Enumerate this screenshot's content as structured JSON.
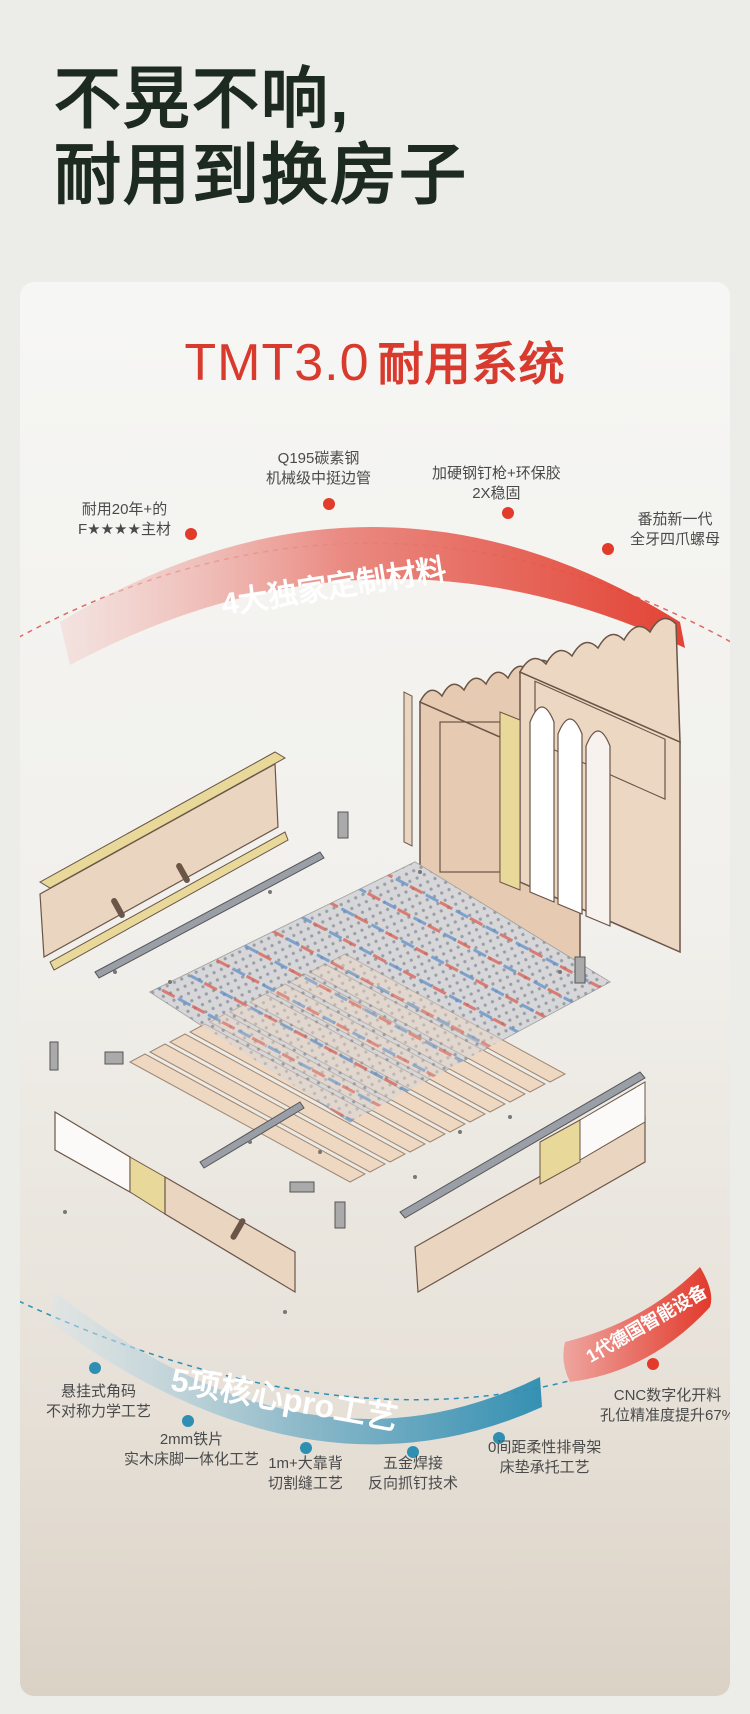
{
  "headline": {
    "line1": "不晃不响,",
    "line2": "耐用到换房子"
  },
  "card": {
    "title_latin": "TMT3.0",
    "title_cjk": "耐用系统"
  },
  "materials": {
    "arc_label": "4大独家定制材料",
    "items": [
      {
        "line1": "耐用20年+的",
        "line2": "F★★★★主材"
      },
      {
        "line1": "Q195碳素钢",
        "line2": "机械级中挺边管"
      },
      {
        "line1": "加硬钢钉枪+环保胶",
        "line2": "2X稳固"
      },
      {
        "line1": "番茄新一代",
        "line2": "全牙四爪螺母"
      }
    ]
  },
  "crafts": {
    "arc_label": "5项核心pro工艺",
    "badge_label": "1代德国智能设备",
    "items": [
      {
        "line1": "悬挂式角码",
        "line2": "不对称力学工艺"
      },
      {
        "line1": "2mm铁片",
        "line2": "实木床脚一体化工艺"
      },
      {
        "line1": "1m+大靠背",
        "line2": "切割缝工艺"
      },
      {
        "line1": "五金焊接",
        "line2": "反向抓钉技术"
      },
      {
        "line1": "0间距柔性排骨架",
        "line2": "床垫承托工艺"
      },
      {
        "line1": "CNC数字化开料",
        "line2": "孔位精准度提升67%"
      }
    ]
  },
  "colors": {
    "accent_red": "#d93a2e",
    "accent_blue": "#2f8fb3",
    "headline": "#1c2a1f",
    "wood": "#ead6c0",
    "felt": "#e8d99a"
  }
}
